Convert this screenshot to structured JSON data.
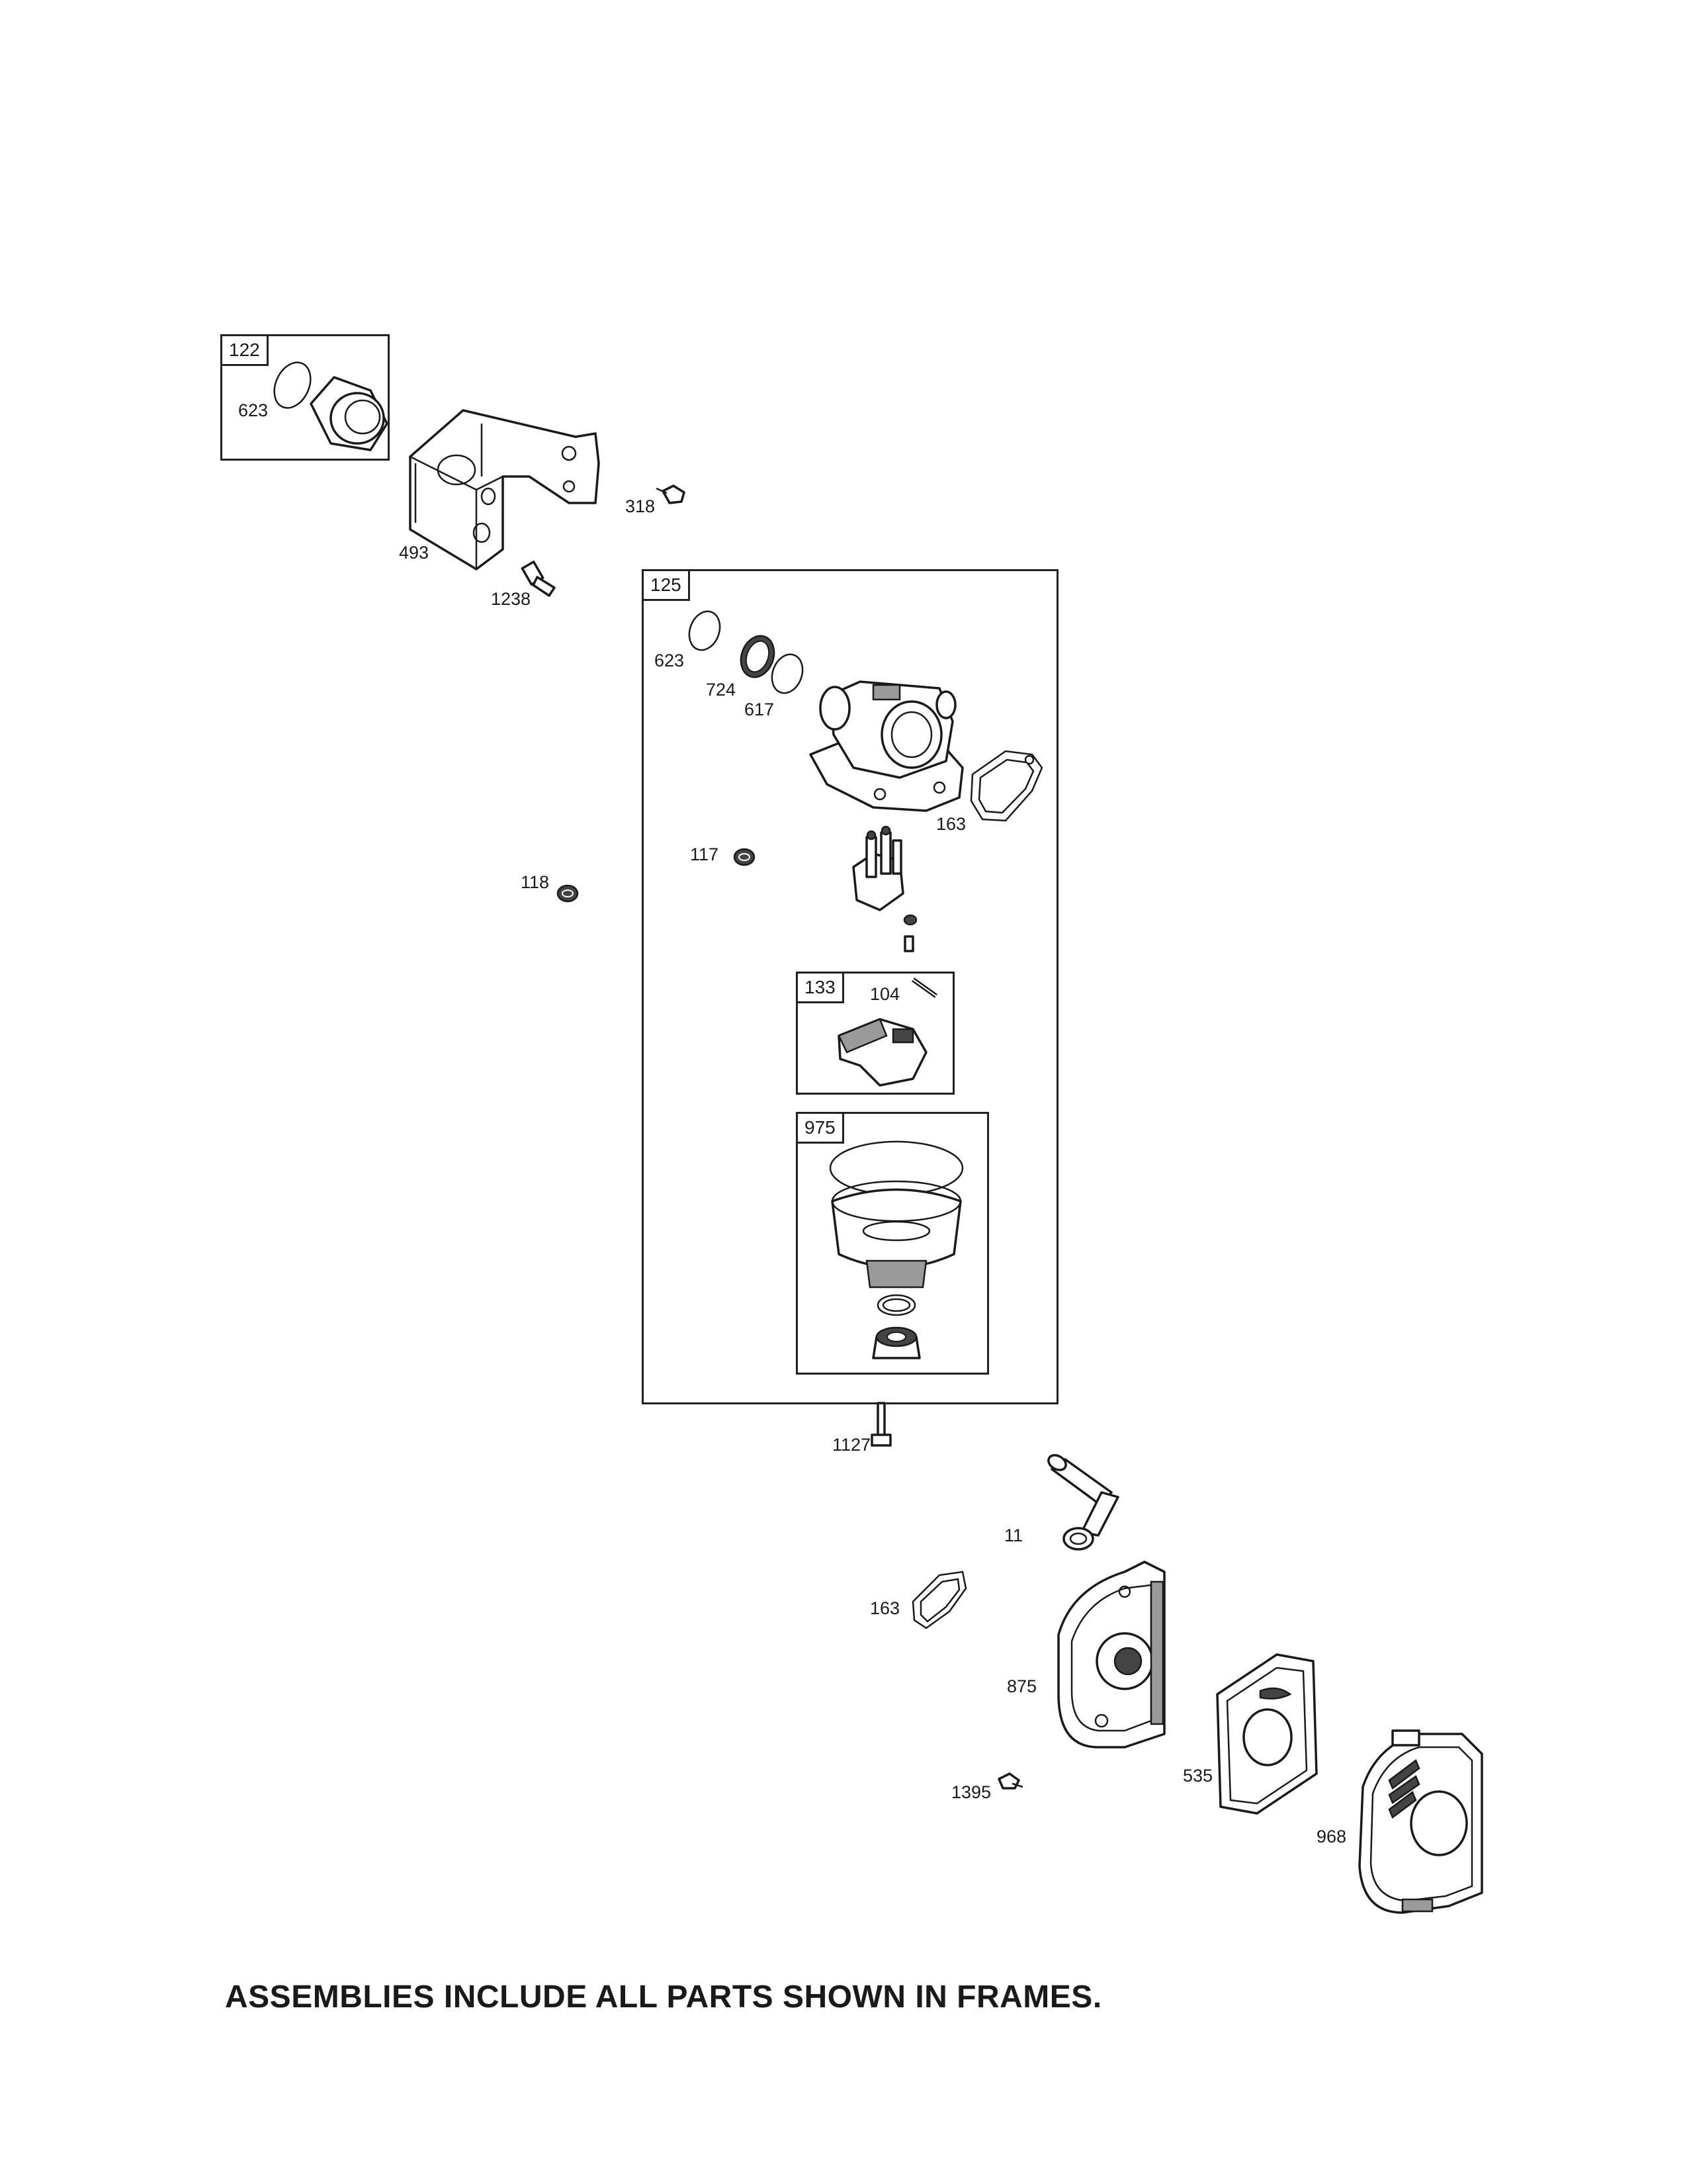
{
  "frames": [
    {
      "id": "122",
      "label": "122"
    },
    {
      "id": "125",
      "label": "125"
    },
    {
      "id": "133",
      "label": "133"
    },
    {
      "id": "975",
      "label": "975"
    }
  ],
  "callouts": {
    "c623a": "623",
    "c493": "493",
    "c318": "318",
    "c1238": "1238",
    "c623b": "623",
    "c724": "724",
    "c617": "617",
    "c163a": "163",
    "c117": "117",
    "c118": "118",
    "c104": "104",
    "c1127": "1127",
    "c11": "11",
    "c163b": "163",
    "c875": "875",
    "c1395": "1395",
    "c535": "535",
    "c968": "968"
  },
  "footer_note": "ASSEMBLIES INCLUDE ALL PARTS SHOWN IN FRAMES."
}
